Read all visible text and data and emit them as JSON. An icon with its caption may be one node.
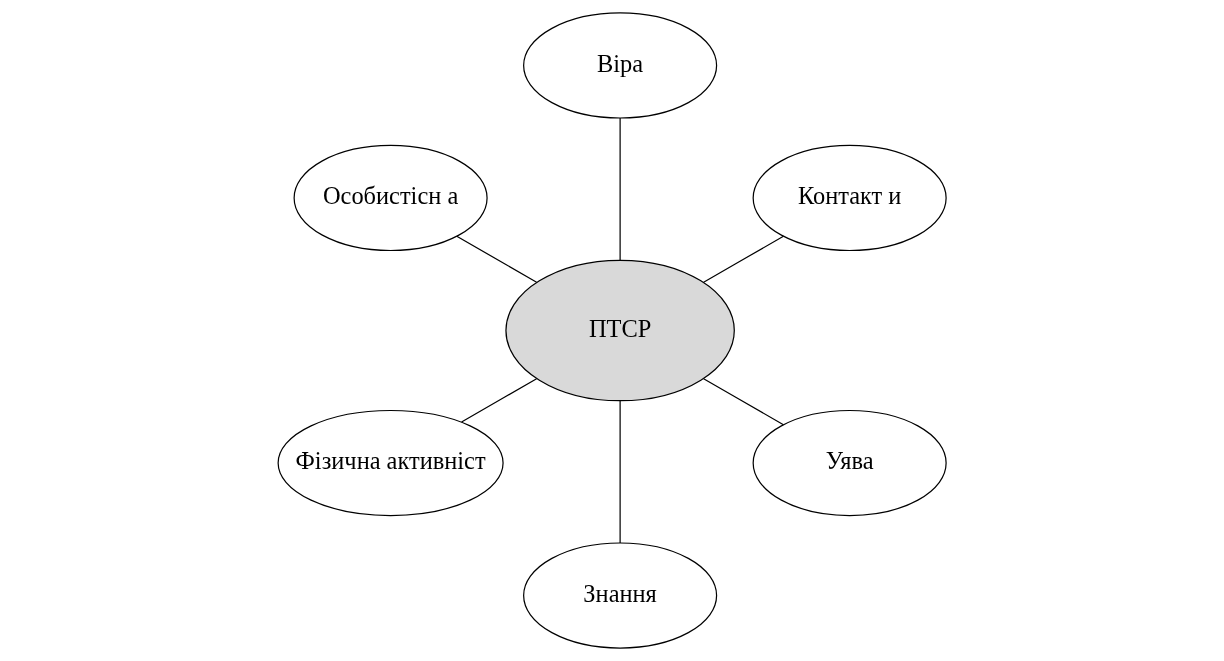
{
  "diagram": {
    "nodes": [
      {
        "text": [
          "Контакт и"
        ]
      },
      {
        "text": [
          "Віра"
        ]
      },
      {
        "text": [
          "ПТСР"
        ]
      },
      {
        "text": [
          "Особистісн а"
        ]
      },
      {
        "text": [
          "Фізична активніст"
        ]
      },
      {
        "text": [
          "Знання"
        ]
      },
      {
        "text": [
          "Уява"
        ]
      }
    ],
    "edges": [
      {
        "from": 2,
        "to": 0,
        "arrow": "none"
      },
      {
        "from": 2,
        "to": 1,
        "arrow": "none"
      },
      {
        "from": 2,
        "to": 3,
        "arrow": "none"
      },
      {
        "from": 2,
        "to": 4,
        "arrow": "none"
      },
      {
        "from": 2,
        "to": 5,
        "arrow": "none"
      },
      {
        "from": 2,
        "to": 6,
        "arrow": "none"
      }
    ]
  }
}
